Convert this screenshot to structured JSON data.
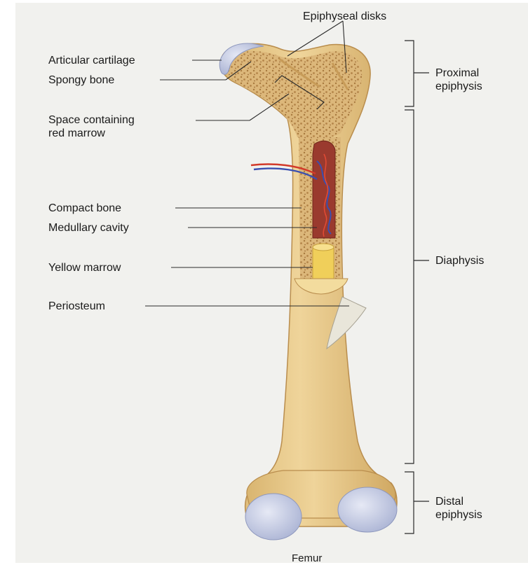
{
  "diagram": {
    "caption": "Femur",
    "labels": {
      "epiphyseal_disks": "Epiphyseal disks",
      "articular_cartilage": "Articular cartilage",
      "spongy_bone": "Spongy bone",
      "space_red_marrow": "Space containing\nred marrow",
      "compact_bone": "Compact bone",
      "medullary_cavity": "Medullary cavity",
      "yellow_marrow": "Yellow marrow",
      "periosteum": "Periosteum"
    },
    "regions": {
      "proximal_epiphysis": "Proximal\nepiphysis",
      "diaphysis": "Diaphysis",
      "distal_epiphysis": "Distal\nepiphysis"
    },
    "colors": {
      "background": "#f1f1ee",
      "bone": "#e8c98a",
      "bone_shadow": "#c9a25e",
      "spongy": "#dcb77a",
      "cartilage": "#c9d0e6",
      "red_marrow": "#9a3a2e",
      "yellow_marrow": "#f0cf5a",
      "artery": "#d23a2a",
      "vein": "#3a4fb0"
    }
  }
}
